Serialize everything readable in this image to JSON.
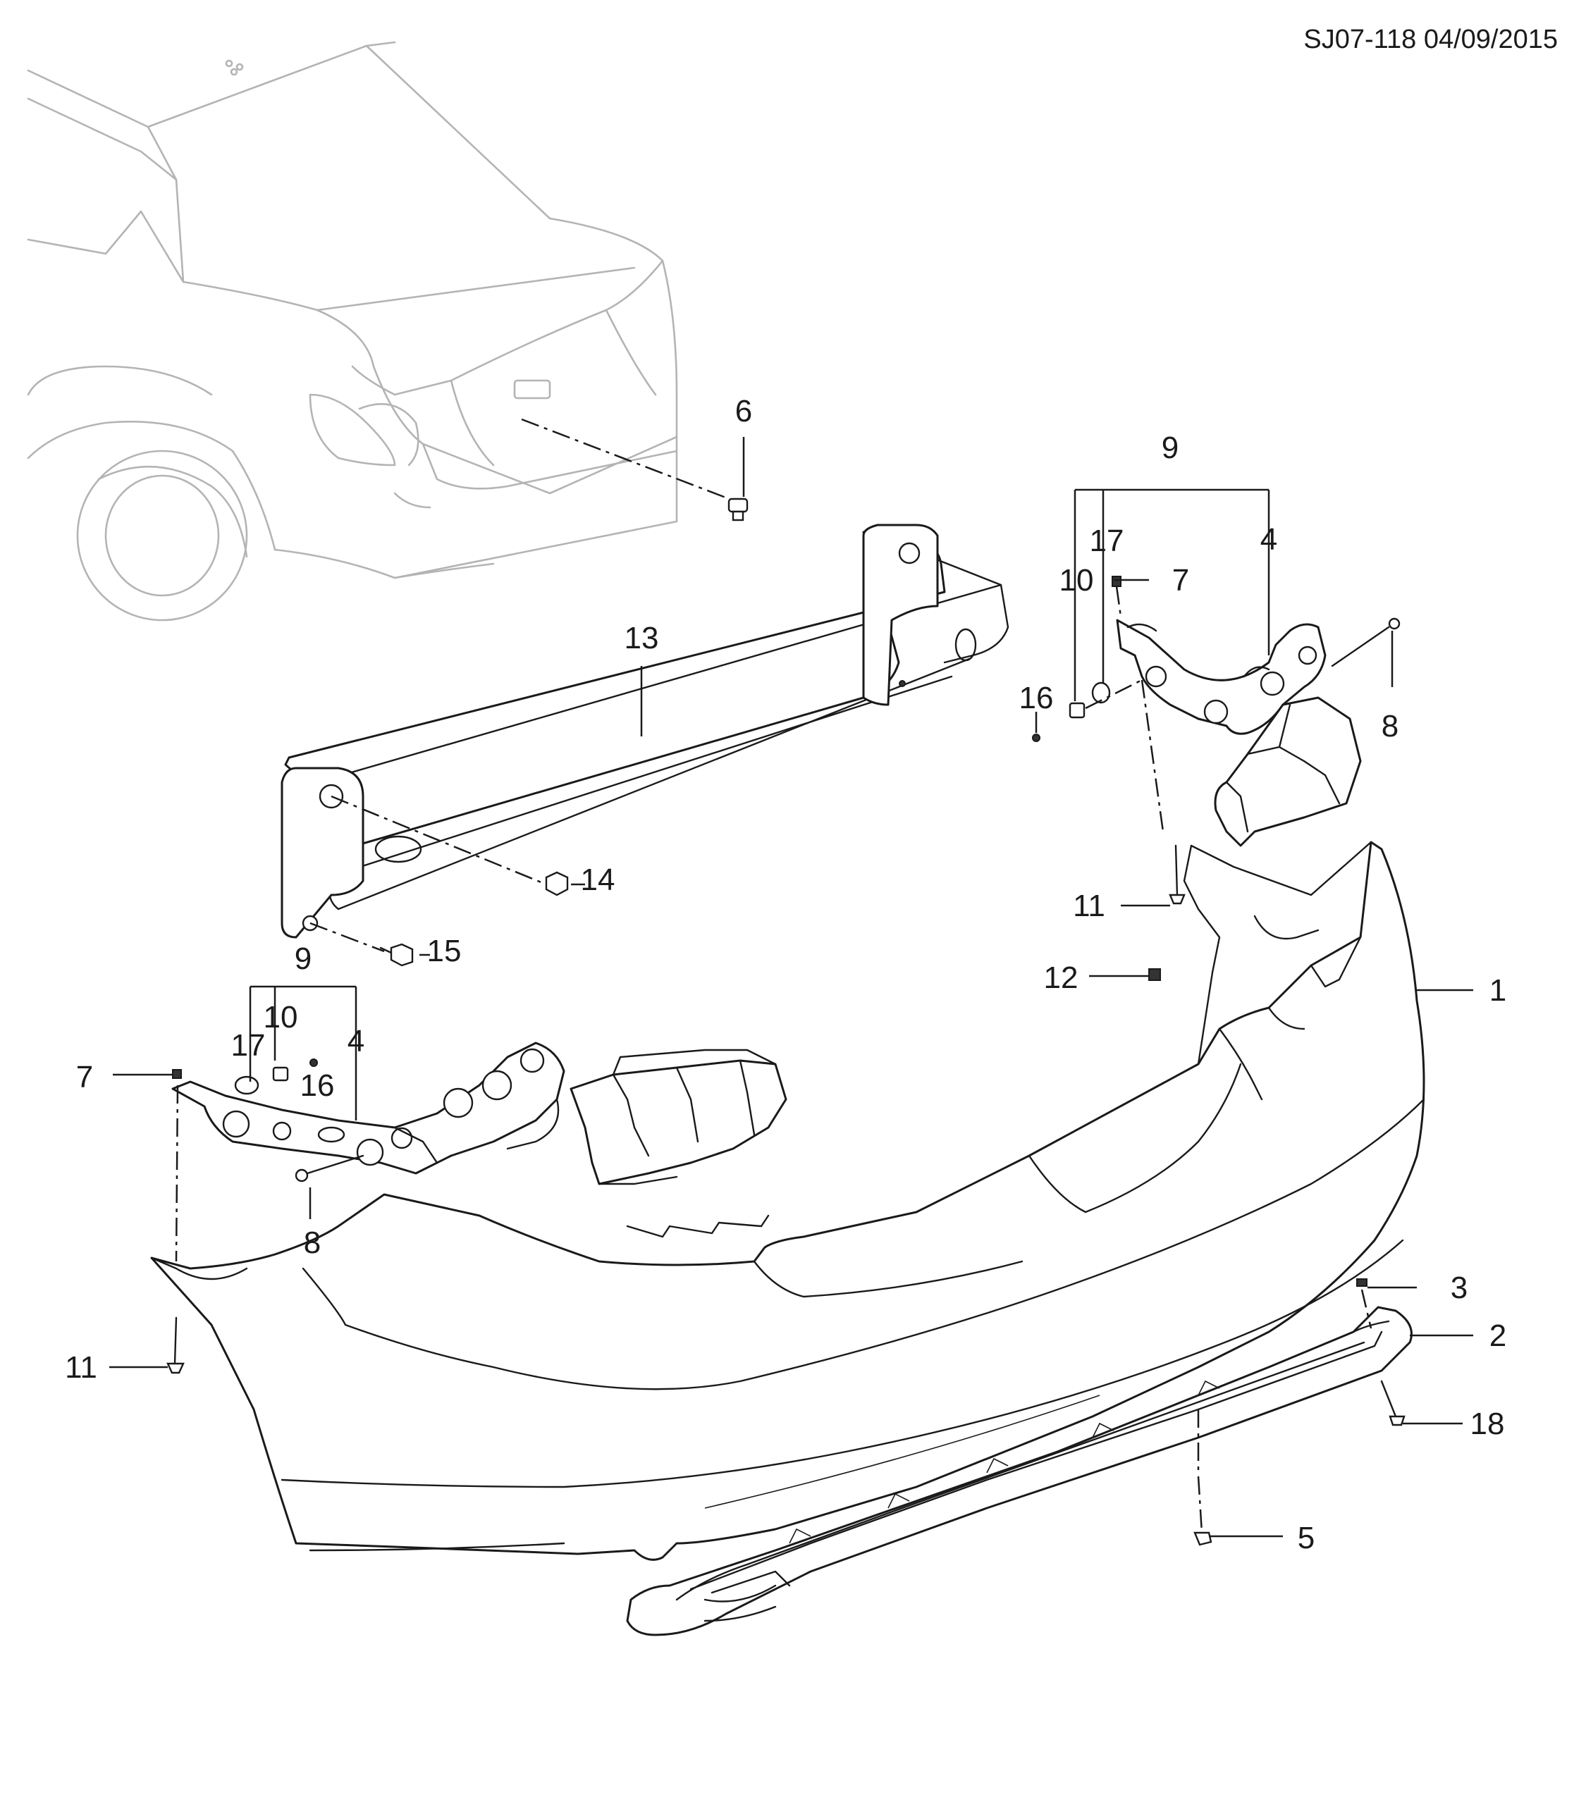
{
  "header": {
    "reference": "SJ07-118 04/09/2015"
  },
  "callouts": {
    "c1": "1",
    "c2": "2",
    "c3": "3",
    "c4_right": "4",
    "c4_left": "4",
    "c5": "5",
    "c6": "6",
    "c7_right": "7",
    "c7_left": "7",
    "c8_right": "8",
    "c8_left": "8",
    "c9_right": "9",
    "c9_left": "9",
    "c10_right": "10",
    "c10_left": "10",
    "c11_right": "11",
    "c11_left": "11",
    "c12": "12",
    "c13": "13",
    "c14": "14",
    "c15": "15",
    "c16_right": "16",
    "c16_left": "16",
    "c17_right": "17",
    "c17_left": "17",
    "c18": "18"
  },
  "colors": {
    "line": "#1a1a1a",
    "vehicle_outline": "#b4b4b4",
    "background": "#ffffff"
  }
}
